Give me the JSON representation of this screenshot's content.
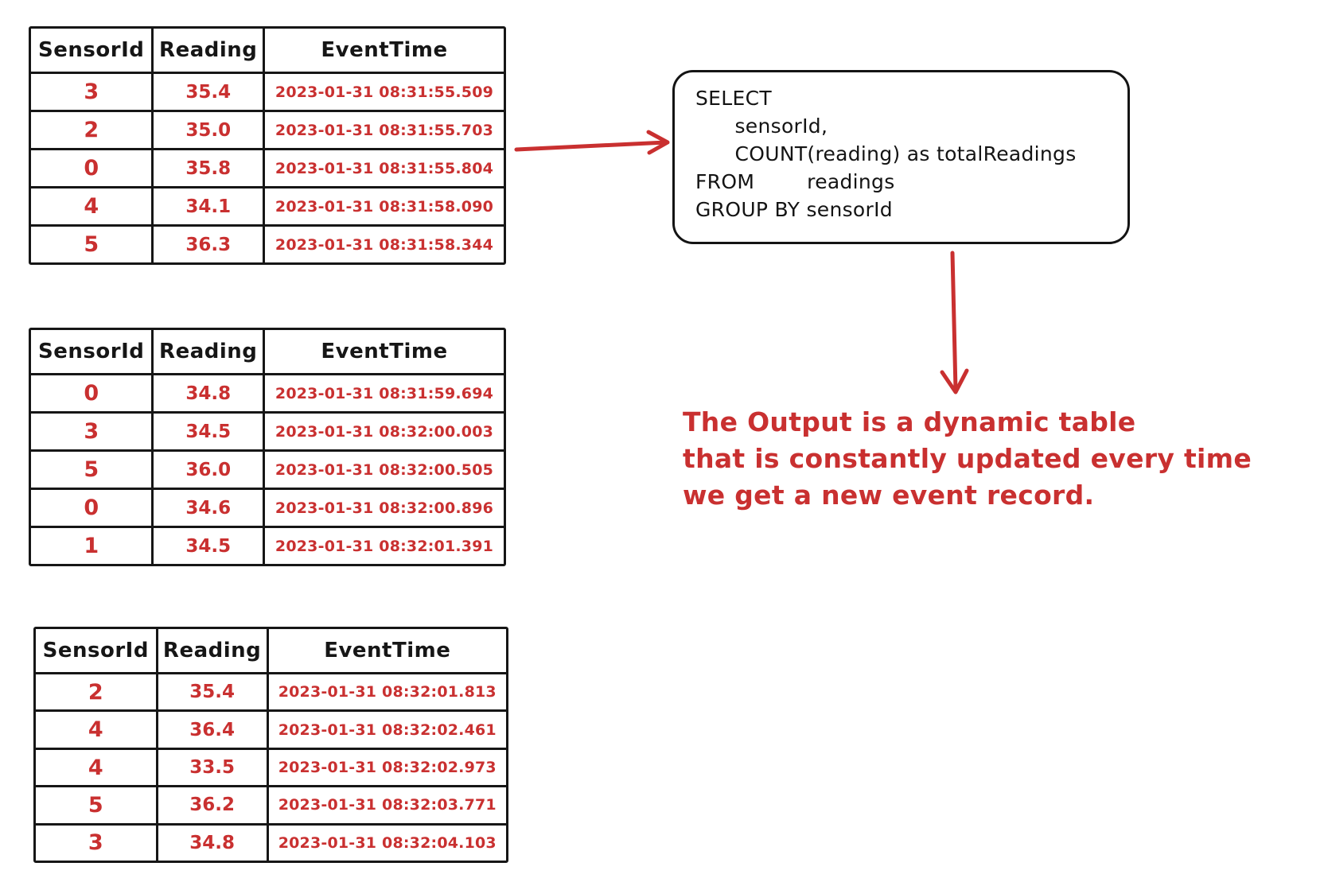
{
  "colors": {
    "ink": "#161616",
    "red": "#c93030"
  },
  "tables": [
    {
      "id": "input-batch-1",
      "headers": [
        "SensorId",
        "Reading",
        "EventTime"
      ],
      "rows": [
        [
          "3",
          "35.4",
          "2023-01-31 08:31:55.509"
        ],
        [
          "2",
          "35.0",
          "2023-01-31 08:31:55.703"
        ],
        [
          "0",
          "35.8",
          "2023-01-31 08:31:55.804"
        ],
        [
          "4",
          "34.1",
          "2023-01-31 08:31:58.090"
        ],
        [
          "5",
          "36.3",
          "2023-01-31 08:31:58.344"
        ]
      ]
    },
    {
      "id": "input-batch-2",
      "headers": [
        "SensorId",
        "Reading",
        "EventTime"
      ],
      "rows": [
        [
          "0",
          "34.8",
          "2023-01-31 08:31:59.694"
        ],
        [
          "3",
          "34.5",
          "2023-01-31 08:32:00.003"
        ],
        [
          "5",
          "36.0",
          "2023-01-31 08:32:00.505"
        ],
        [
          "0",
          "34.6",
          "2023-01-31 08:32:00.896"
        ],
        [
          "1",
          "34.5",
          "2023-01-31 08:32:01.391"
        ]
      ]
    },
    {
      "id": "input-batch-3",
      "headers": [
        "SensorId",
        "Reading",
        "EventTime"
      ],
      "rows": [
        [
          "2",
          "35.4",
          "2023-01-31 08:32:01.813"
        ],
        [
          "4",
          "36.4",
          "2023-01-31 08:32:02.461"
        ],
        [
          "4",
          "33.5",
          "2023-01-31 08:32:02.973"
        ],
        [
          "5",
          "36.2",
          "2023-01-31 08:32:03.771"
        ],
        [
          "3",
          "34.8",
          "2023-01-31 08:32:04.103"
        ]
      ]
    }
  ],
  "query_box": {
    "lines": [
      "SELECT",
      "      sensorId,",
      "      COUNT(reading) as totalReadings",
      "FROM        readings",
      "GROUP BY sensorId"
    ]
  },
  "annotation": {
    "lines": [
      "The Output is a dynamic table",
      "that is constantly updated every time",
      "we get a new event record."
    ]
  },
  "icons": {
    "table_to_query_arrow": "arrow-right",
    "query_to_output_arrow": "arrow-down"
  }
}
